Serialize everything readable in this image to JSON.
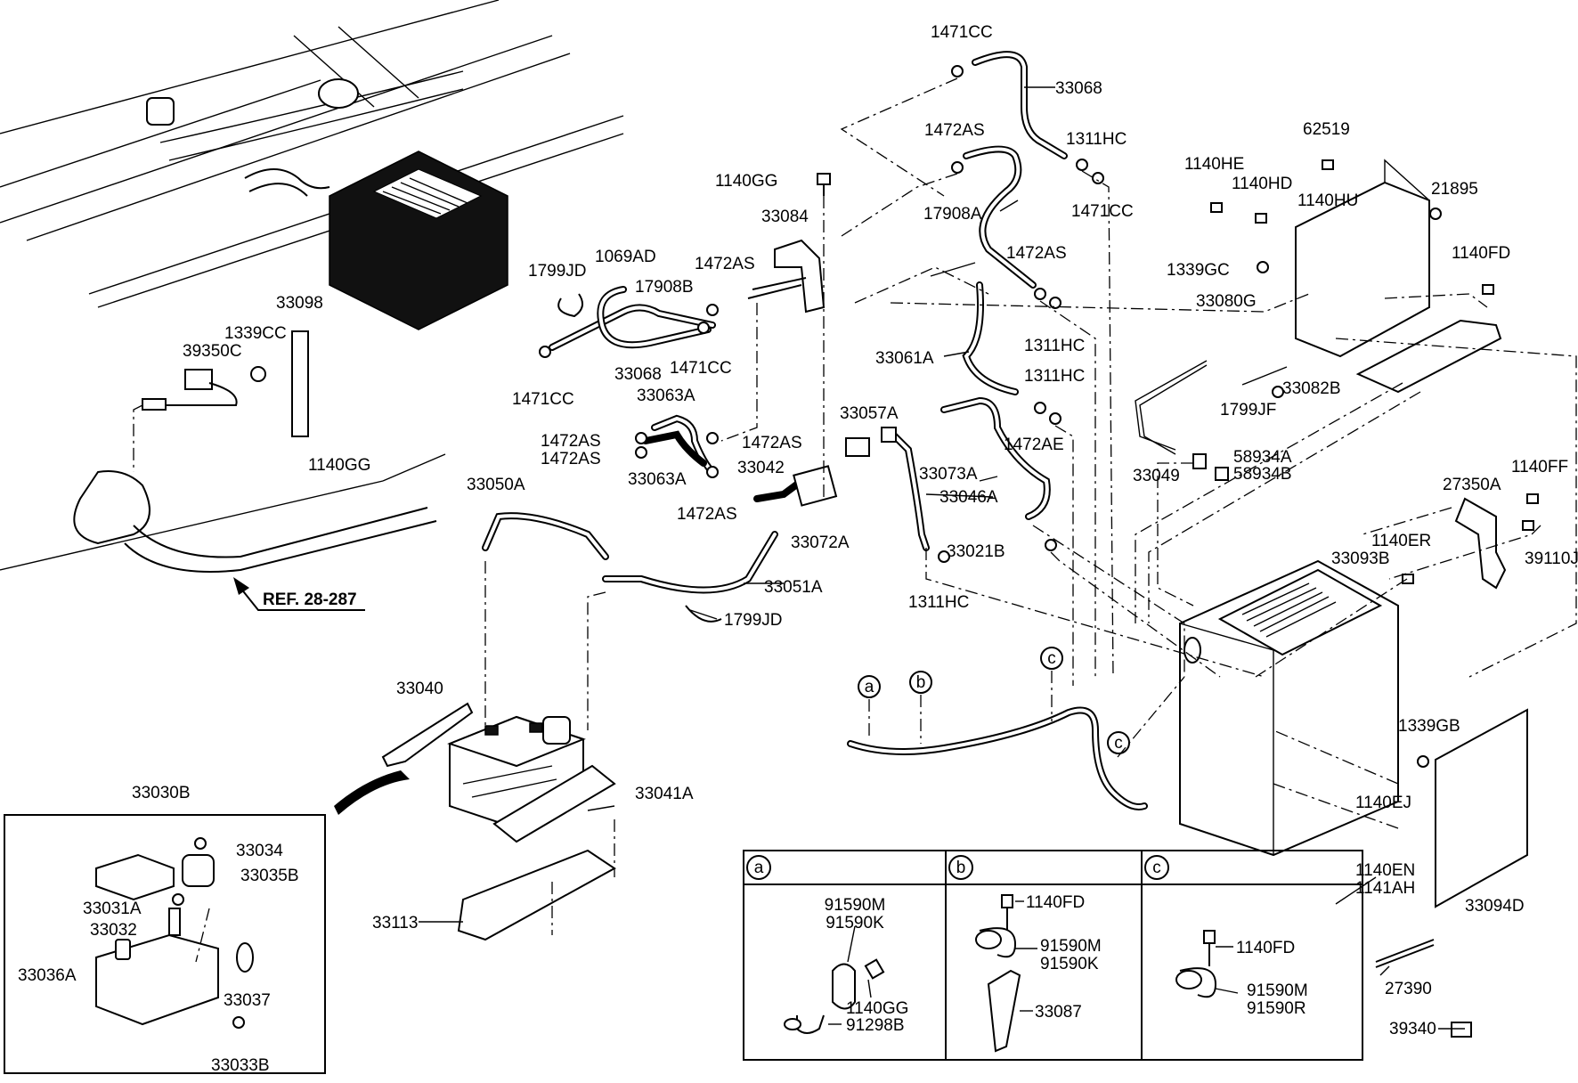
{
  "labels": {
    "l_1471CC_a": "1471CC",
    "l_33068_a": "33068",
    "l_1472AS_a": "1472AS",
    "l_1311HC_a": "1311HC",
    "l_1471CC_b": "1471CC",
    "l_62519": "62519",
    "l_1140HE": "1140HE",
    "l_1140HD": "1140HD",
    "l_1140HU": "1140HU",
    "l_21895": "21895",
    "l_1140GG_a": "1140GG",
    "l_33084": "33084",
    "l_17908A": "17908A",
    "l_1472AS_b": "1472AS",
    "l_1339GC": "1339GC",
    "l_1140FD_a": "1140FD",
    "l_33080G": "33080G",
    "l_1799JD_a": "1799JD",
    "l_1069AD": "1069AD",
    "l_1472AS_c": "1472AS",
    "l_17908B": "17908B",
    "l_33098": "33098",
    "l_1339CC": "1339CC",
    "l_39350C": "39350C",
    "l_33068_b": "33068",
    "l_1471CC_c": "1471CC",
    "l_1471CC_d": "1471CC",
    "l_1311HC_b": "1311HC",
    "l_33061A": "33061A",
    "l_1311HC_c": "1311HC",
    "l_33082B": "33082B",
    "l_33063A_a": "33063A",
    "l_33057A": "33057A",
    "l_1799JF": "1799JF",
    "l_1472AS_d": "1472AS",
    "l_1472AS_e": "1472AS",
    "l_1472AS_f": "1472AS",
    "l_1472AE": "1472AE",
    "l_58934A": "58934A",
    "l_1140GG_b": "1140GG",
    "l_33063A_b": "33063A",
    "l_33042": "33042",
    "l_33073A": "33073A",
    "l_33049": "33049",
    "l_58934B": "58934B",
    "l_1140FF": "1140FF",
    "l_33050A": "33050A",
    "l_33046A": "33046A",
    "l_27350A": "27350A",
    "l_1472AS_g": "1472AS",
    "l_33072A": "33072A",
    "l_33021B": "33021B",
    "l_39110J": "39110J",
    "l_33093B": "33093B",
    "l_1140ER": "1140ER",
    "l_33051A": "33051A",
    "l_ref": "REF. 28-287",
    "l_1311HC_d": "1311HC",
    "l_1799JD_b": "1799JD",
    "l_33040": "33040",
    "l_1339GB": "1339GB",
    "l_33030B": "33030B",
    "l_33041A": "33041A",
    "l_1140EJ": "1140EJ",
    "l_33034": "33034",
    "l_33035B": "33035B",
    "l_1140EN": "1140EN",
    "l_1141AH": "1141AH",
    "l_33031A": "33031A",
    "l_33032": "33032",
    "l_33094D": "33094D",
    "l_33113": "33113",
    "l_33036A": "33036A",
    "l_33037": "33037",
    "l_33033B": "33033B",
    "l_27390": "27390",
    "l_39340": "39340",
    "c_a": "a",
    "c_b": "b",
    "c_c1": "c",
    "c_c2": "c"
  },
  "legend_table": {
    "headers": [
      "a",
      "b",
      "c"
    ],
    "col_a": [
      "91590M",
      "91590K",
      "1140GG",
      "91298B"
    ],
    "col_b": [
      "1140FD",
      "91590M",
      "91590K",
      "33087"
    ],
    "col_c": [
      "1140FD",
      "91590M",
      "91590R"
    ]
  }
}
